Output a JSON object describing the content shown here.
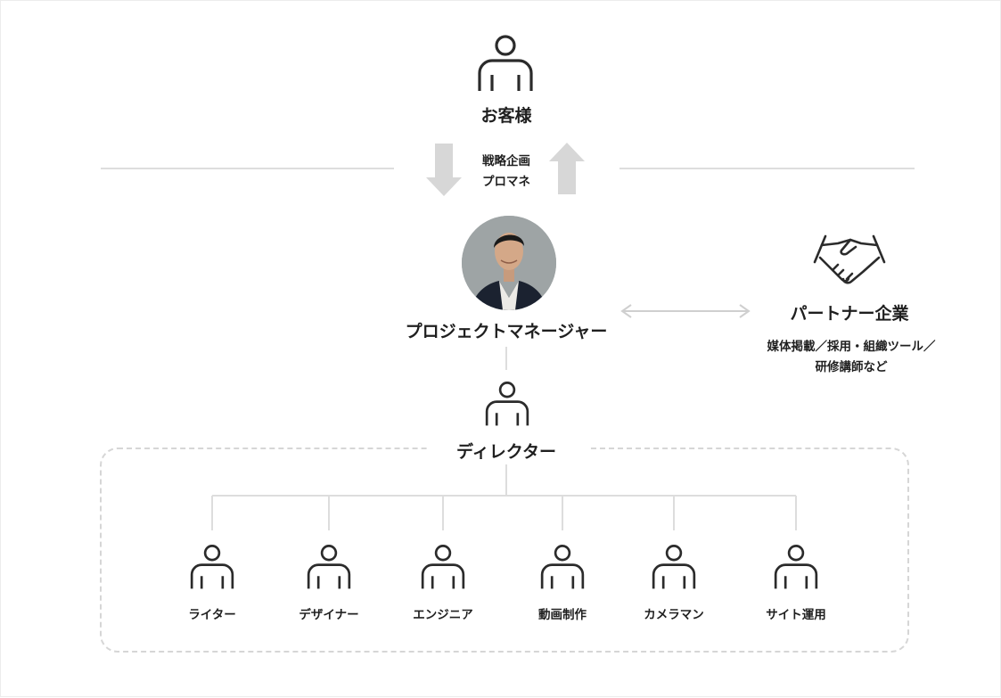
{
  "client": {
    "label": "お客様",
    "icon": "person-icon"
  },
  "flow_label": {
    "line1": "戦略企画",
    "line2": "プロマネ"
  },
  "project_manager": {
    "label": "プロジェクトマネージャー",
    "icon": "avatar-photo"
  },
  "partner": {
    "label": "パートナー企業",
    "icon": "handshake-icon",
    "desc_line1": "媒体掲載／採用・組織ツール／",
    "desc_line2": "研修講師など"
  },
  "director": {
    "label": "ディレクター",
    "icon": "person-icon"
  },
  "team": [
    {
      "label": "ライター"
    },
    {
      "label": "デザイナー"
    },
    {
      "label": "エンジニア"
    },
    {
      "label": "動画制作"
    },
    {
      "label": "カメラマン"
    },
    {
      "label": "サイト運用"
    }
  ],
  "colors": {
    "line": "#dddddd",
    "arrow": "#d7d7d7",
    "icon_stroke": "#2b2b2b",
    "dash_border": "#d6d6d6",
    "photo_bg": "#9ea4a5"
  }
}
